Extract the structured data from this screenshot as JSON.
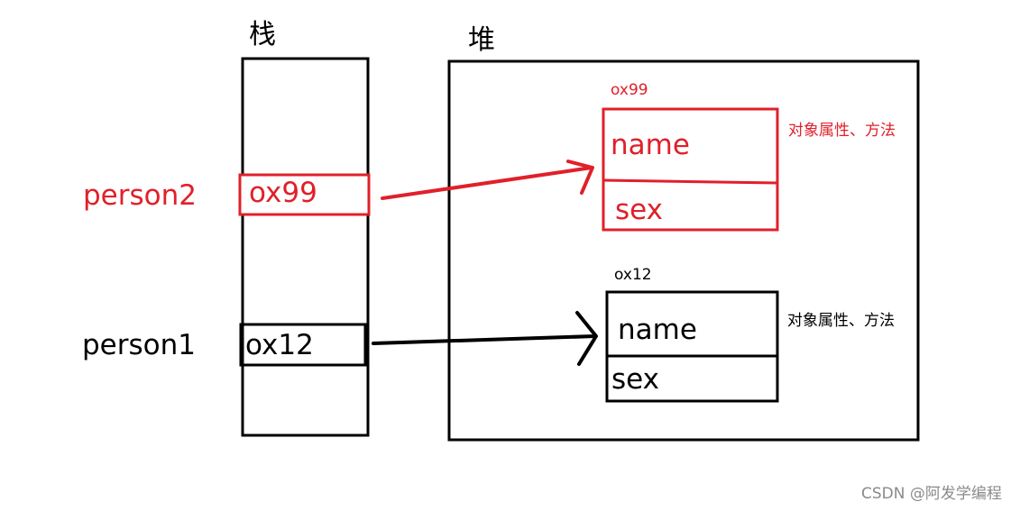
{
  "stack": {
    "title": "栈",
    "slot_top": "ox99",
    "slot_bottom": "ox12"
  },
  "heap": {
    "title": "堆",
    "object_red": {
      "address": "ox99",
      "field1": "name",
      "field2": "sex",
      "note": "对象属性、方法"
    },
    "object_black": {
      "address": "ox12",
      "field1": "name",
      "field2": "sex",
      "note": "对象属性、方法"
    }
  },
  "variables": {
    "person2": "person2",
    "person1": "person1"
  },
  "watermark": "CSDN @阿发学编程",
  "colors": {
    "red": "#e0202a",
    "black": "#000000"
  }
}
